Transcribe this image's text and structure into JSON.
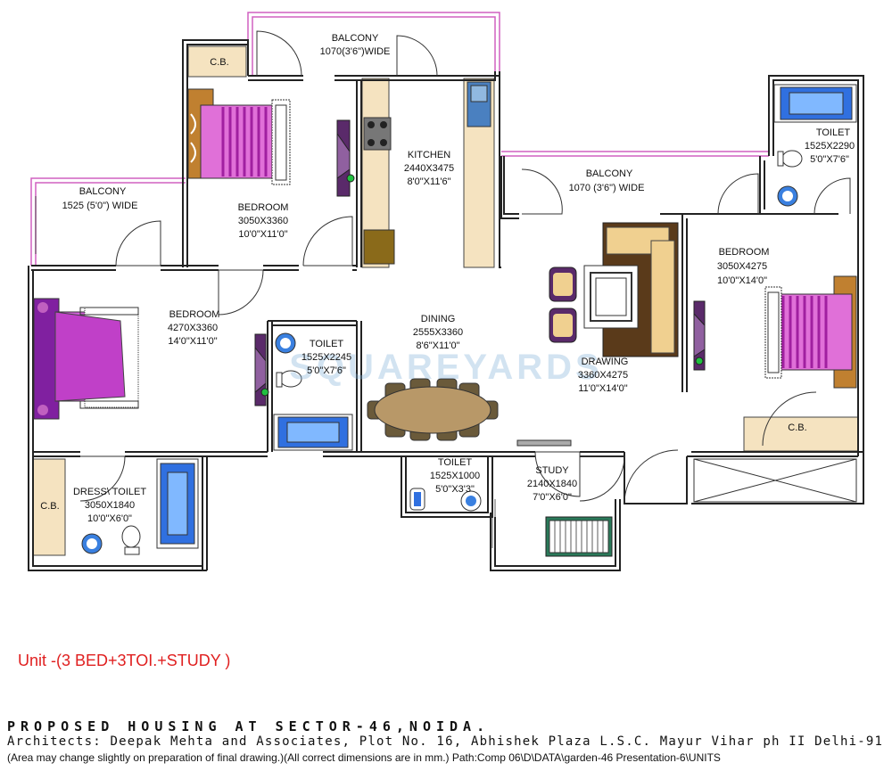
{
  "rooms": {
    "balcony_top": {
      "name": "BALCONY",
      "dim": "1070(3'6\")WIDE"
    },
    "cb_top": {
      "name": "C.B."
    },
    "kitchen": {
      "name": "KITCHEN",
      "dim_mm": "2440X3475",
      "dim_ft": "8'0\"X11'6\""
    },
    "bedroom_top": {
      "name": "BEDROOM",
      "dim_mm": "3050X3360",
      "dim_ft": "10'0\"X11'0\""
    },
    "balcony_left": {
      "name": "BALCONY",
      "dim": "1525 (5'0\") WIDE"
    },
    "balcony_right": {
      "name": "BALCONY",
      "dim": "1070 (3'6\") WIDE"
    },
    "toilet_right": {
      "name": "TOILET",
      "dim_mm": "1525X2290",
      "dim_ft": "5'0\"X7'6\""
    },
    "bedroom_right": {
      "name": "BEDROOM",
      "dim_mm": "3050X4275",
      "dim_ft": "10'0\"X14'0\""
    },
    "bedroom_left": {
      "name": "BEDROOM",
      "dim_mm": "4270X3360",
      "dim_ft": "14'0\"X11'0\""
    },
    "toilet_mid": {
      "name": "TOILET",
      "dim_mm": "1525X2245",
      "dim_ft": "5'0\"X7'6\""
    },
    "dining": {
      "name": "DINING",
      "dim_mm": "2555X3360",
      "dim_ft": "8'6\"X11'0\""
    },
    "drawing": {
      "name": "DRAWING",
      "dim_mm": "3360X4275",
      "dim_ft": "11'0\"X14'0\""
    },
    "cb_right": {
      "name": "C.B."
    },
    "cb_left": {
      "name": "C.B."
    },
    "dress_toilet": {
      "name": "DRESS\\ TOILET",
      "dim_mm": "3050X1840",
      "dim_ft": "10'0\"X6'0\""
    },
    "toilet_bottom": {
      "name": "TOILET",
      "dim_mm": "1525X1000",
      "dim_ft": "5'0\"X3'3\""
    },
    "study": {
      "name": "STUDY",
      "dim_mm": "2140X1840",
      "dim_ft": "7'0\"X6'0\""
    }
  },
  "watermark": "SQUAREYARDS",
  "unit_title": "Unit -(3 BED+3TOI.+STUDY )",
  "footer": {
    "line1": "PROPOSED HOUSING AT SECTOR-46,NOIDA.",
    "line2": "Architects: Deepak Mehta and Associates, Plot No. 16, Abhishek Plaza L.S.C. Mayur Vihar ph II Delhi-91",
    "line3": "(Area may change slightly on preparation of final drawing.)(All correct dimensions are in mm.) Path:Comp 06\\D\\DATA\\garden-46 Presentation-6\\UNITS"
  },
  "colors": {
    "wall": "#222222",
    "balcony_rail": "#d060c0",
    "counter": "#f5e3c0",
    "bed_magenta": "#c030b0",
    "fixture_blue": "#3070e0",
    "sofa": "#f0d090",
    "title_red": "#e02020"
  }
}
